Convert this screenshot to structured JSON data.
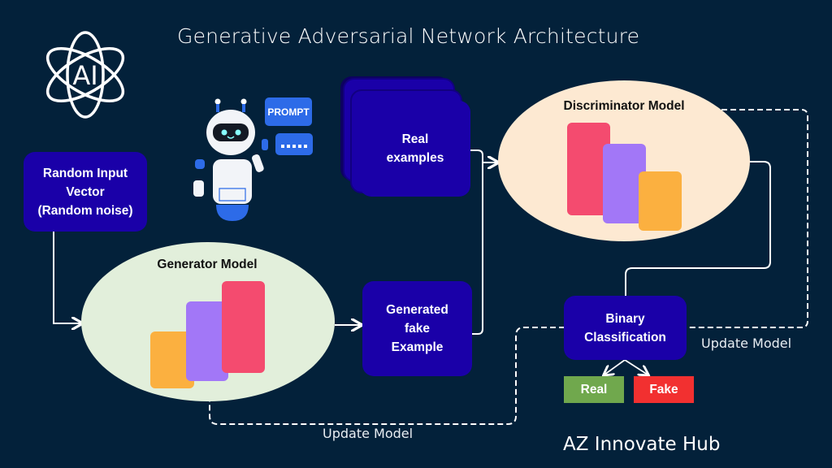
{
  "title": "Generative Adversarial Network Architecture",
  "brand": "AZ Innovate Hub",
  "logo": {
    "icon": "ai-atom-logo-icon",
    "text": "AI"
  },
  "robot": {
    "icon": "robot-mascot-icon",
    "bubble_text": "PROMPT",
    "bubble2_icon": "dots-bubble-icon"
  },
  "nodes": {
    "random_input": "Random Input\nVector\n(Random noise)",
    "real_examples": "Real\nexamples",
    "generated_fake": "Generated\nfake\nExample",
    "binary_classification": "Binary\nClassification"
  },
  "models": {
    "generator": {
      "label": "Generator Model",
      "icon": "bar-chart-3d-icon"
    },
    "discriminator": {
      "label": "Discriminator Model",
      "icon": "bar-chart-3d-icon"
    }
  },
  "outputs": {
    "real": {
      "label": "Real",
      "color": "#70a84d"
    },
    "fake": {
      "label": "Fake",
      "color": "#f23030"
    }
  },
  "feedback_labels": {
    "discriminator_update": "Update Model",
    "generator_update": "Update Model"
  },
  "colors": {
    "background": "#03213a",
    "node": "#1a00a8",
    "generator_fill": "#e2efdb",
    "discriminator_fill": "#fde9d2"
  }
}
